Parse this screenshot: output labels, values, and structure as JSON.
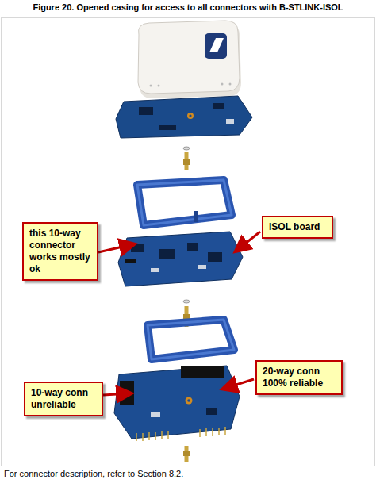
{
  "diagram": {
    "title": "Figure 20. Opened casing for access to all connectors with B-STLINK-ISOL",
    "caption": "For connector description, refer to Section 8.2.",
    "nodes": [
      {
        "text": [
          "this 10-way connector works mostly ok"
        ]
      },
      {
        "text": [
          "ISOL board"
        ]
      },
      {
        "text": [
          "20-way conn 100% reliable"
        ]
      },
      {
        "text": [
          "10-way conn unreliable"
        ]
      }
    ]
  }
}
